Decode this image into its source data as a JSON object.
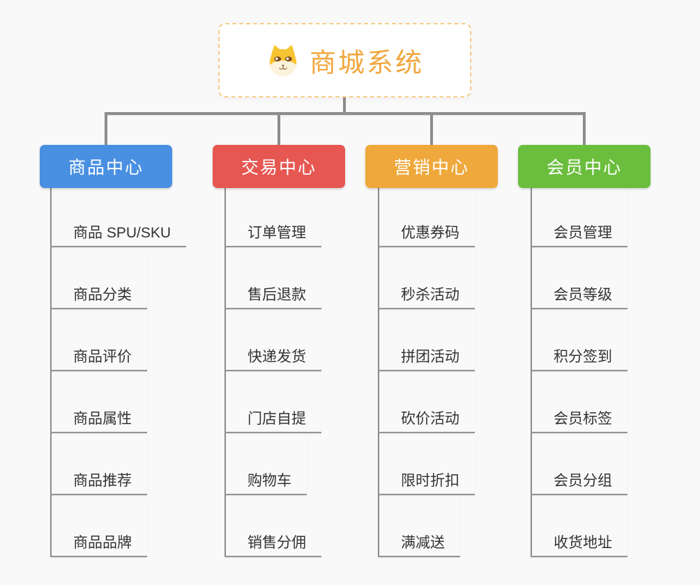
{
  "root": {
    "title": "商城系统",
    "icon": "dog-face-icon"
  },
  "branches": [
    {
      "label": "商品中心",
      "color": "#4A90E2",
      "items": [
        "商品 SPU/SKU",
        "商品分类",
        "商品评价",
        "商品属性",
        "商品推荐",
        "商品品牌"
      ]
    },
    {
      "label": "交易中心",
      "color": "#E65751",
      "items": [
        "订单管理",
        "售后退款",
        "快递发货",
        "门店自提",
        "购物车",
        "销售分佣"
      ]
    },
    {
      "label": "营销中心",
      "color": "#EFA83B",
      "items": [
        "优惠券码",
        "秒杀活动",
        "拼团活动",
        "砍价活动",
        "限时折扣",
        "满减送"
      ]
    },
    {
      "label": "会员中心",
      "color": "#6BBE3D",
      "items": [
        "会员管理",
        "会员等级",
        "积分签到",
        "会员标签",
        "会员分组",
        "收货地址"
      ]
    }
  ],
  "colors": {
    "background": "#F9F9F9",
    "connector": "#8C8C8C",
    "root_text": "#F1A73E",
    "root_border": "#F5CD8E",
    "leaf_text": "#333333",
    "leaf_line": "#949494"
  }
}
